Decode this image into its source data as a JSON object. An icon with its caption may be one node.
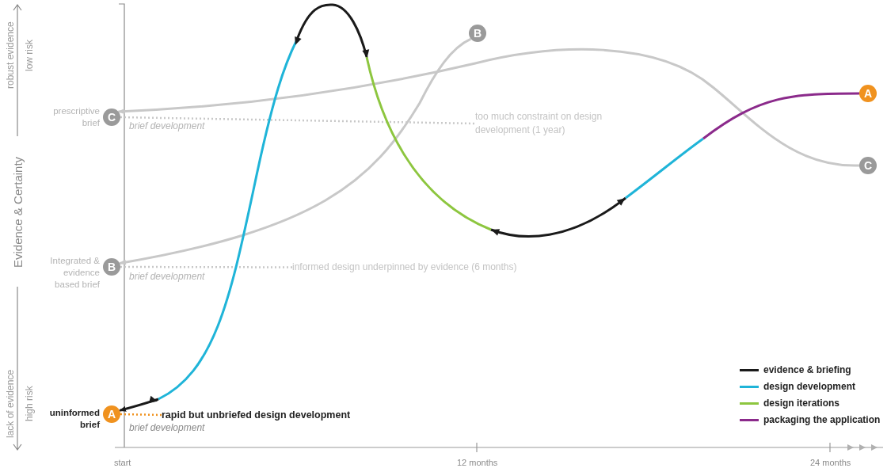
{
  "diagram": {
    "nodes": [
      {
        "text": [
          "C"
        ],
        "beside": [
          "prescriptive brief",
          "brief development"
        ]
      },
      {
        "text": [
          "B"
        ],
        "beside": [
          "Integrated & evidence based brief",
          "brief development"
        ]
      },
      {
        "text": [
          "A"
        ],
        "beside": [
          "uninformed brief"
        ]
      },
      {
        "text": [
          "B"
        ]
      },
      {
        "text": [
          "A"
        ]
      },
      {
        "text": [
          "C"
        ]
      },
      {
        "text": [
          "rapid but unbriefed design development"
        ]
      },
      {
        "text": [
          "informed design underpinned by evidence (6 months)"
        ]
      },
      {
        "text": [
          "too much constraint on design development (1 year)"
        ]
      }
    ],
    "edges": [
      {
        "from": 5,
        "to": 0,
        "arrow": "to",
        "color": "#c8c8c8"
      },
      {
        "from": 3,
        "to": 1,
        "arrow": "to",
        "color": "#c8c8c8"
      },
      {
        "from": 0,
        "to": 8,
        "arrow": "none",
        "style": "dashed",
        "color": "#c8c8c8"
      },
      {
        "from": 1,
        "to": 7,
        "arrow": "none",
        "style": "dashed",
        "color": "#c8c8c8"
      },
      {
        "from": 2,
        "to": 6,
        "arrow": "none",
        "style": "dashed",
        "color": "#f0921f"
      },
      {
        "from": 4,
        "to": 2,
        "arrow": "to",
        "color": "#1fb4d8"
      }
    ],
    "labels": [
      "robust evidence",
      "low risk",
      "Evidence & Certainty",
      "lack of evidence",
      "high risk",
      "brief development",
      "start",
      "12 months",
      "24 months"
    ],
    "legend": [
      {
        "text": "evidence & briefing",
        "color": "#1a1a1a"
      },
      {
        "text": "design development",
        "color": "#1fb4d8"
      },
      {
        "text": "design iterations",
        "color": "#8dc63f"
      },
      {
        "text": "packaging the application",
        "color": "#8b2a8b"
      }
    ]
  }
}
